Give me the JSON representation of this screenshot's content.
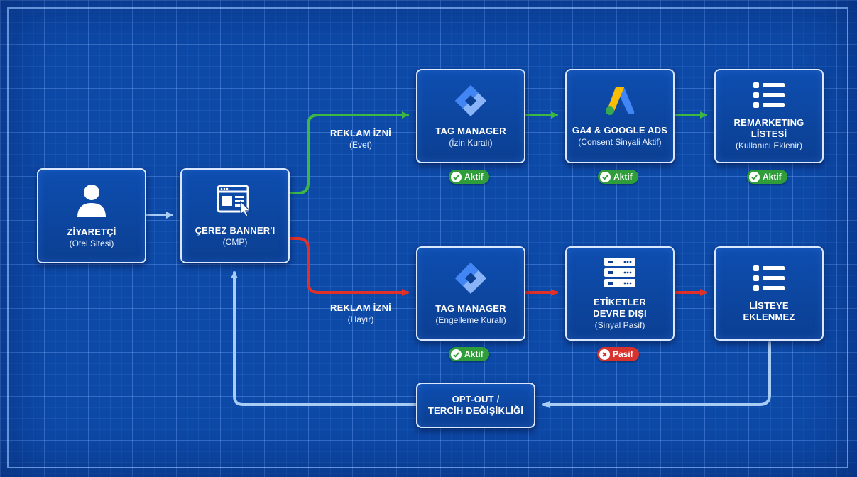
{
  "colors": {
    "yes": "#3db843",
    "no": "#e0302a",
    "neutral": "#a8cdf5",
    "active": "#2f9e3a",
    "passive": "#d8322e"
  },
  "visitor": {
    "title": "ZİYARETÇİ",
    "subtitle": "(Otel Sitesi)",
    "icon": "user-icon"
  },
  "banner": {
    "title": "ÇEREZ BANNER'I",
    "subtitle": "(CMP)",
    "icon": "cookie-banner-icon"
  },
  "yes_branch": {
    "label_title": "REKLAM İZNİ",
    "label_subtitle": "(Evet)",
    "tag_manager": {
      "title": "TAG MANAGER",
      "subtitle": "(İzin Kuralı)",
      "status": "Aktif",
      "icon": "tag-manager-icon"
    },
    "ga4": {
      "title": "GA4 & GOOGLE ADS",
      "subtitle": "(Consent Sinyali Aktif)",
      "status": "Aktif",
      "icon": "google-ads-icon"
    },
    "remarketing": {
      "title_line1": "REMARKETING",
      "title_line2": "LİSTESİ",
      "subtitle": "(Kullanıcı Eklenir)",
      "status": "Aktif",
      "icon": "list-icon"
    }
  },
  "no_branch": {
    "label_title": "REKLAM İZNİ",
    "label_subtitle": "(Hayır)",
    "tag_manager": {
      "title": "TAG MANAGER",
      "subtitle": "(Engelleme Kuralı)",
      "status": "Aktif",
      "icon": "tag-manager-icon"
    },
    "tags_disabled": {
      "title_line1": "ETİKETLER",
      "title_line2": "DEVRE DIŞI",
      "subtitle": "(Sinyal Pasif)",
      "status": "Pasif",
      "icon": "server-icon"
    },
    "not_listed": {
      "title_line1": "LİSTEYE",
      "title_line2": "EKLENMEZ",
      "icon": "list-icon"
    }
  },
  "opt_out": {
    "title_line1": "OPT-OUT /",
    "title_line2": "TERCİH DEĞİŞİKLİĞİ"
  }
}
